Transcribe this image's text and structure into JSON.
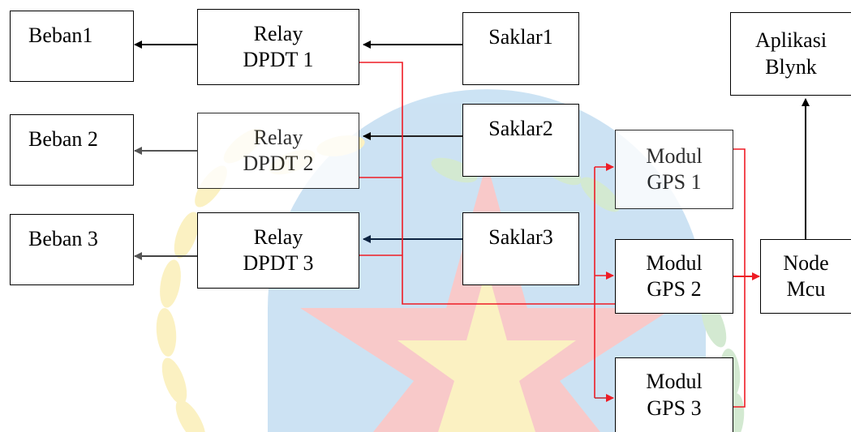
{
  "boxes": {
    "beban1": "Beban1",
    "beban2": "Beban 2",
    "beban3": "Beban 3",
    "relay1": [
      "Relay",
      "DPDT 1"
    ],
    "relay2": [
      "Relay",
      "DPDT 2"
    ],
    "relay3": [
      "Relay",
      "DPDT 3"
    ],
    "saklar1": "Saklar1",
    "saklar2": "Saklar2",
    "saklar3": "Saklar3",
    "gps1": [
      "Modul",
      "GPS 1"
    ],
    "gps2": [
      "Modul",
      "GPS 2"
    ],
    "gps3": [
      "Modul",
      "GPS 3"
    ],
    "nodemcu": [
      "Node",
      "Mcu"
    ],
    "blynk": [
      "Aplikasi",
      "Blynk"
    ]
  },
  "colors": {
    "black_wire": "#000000",
    "gray_wire": "#555555",
    "navy_wire": "#0d2340",
    "red_wire": "#ee1c25",
    "emblem_blue": "#8fc1e6",
    "emblem_red": "#f08a8a",
    "emblem_yellow": "#f7e27a",
    "emblem_green": "#9fd09a"
  }
}
